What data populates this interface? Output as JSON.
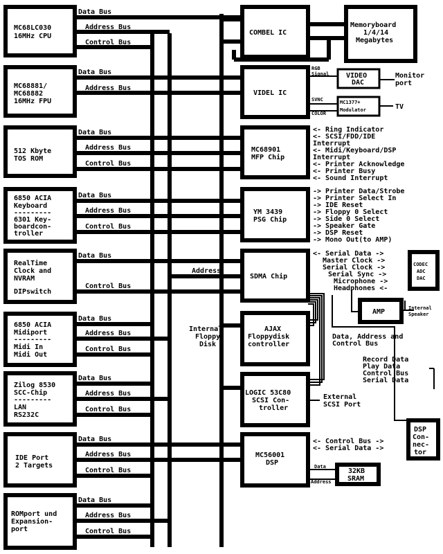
{
  "cpu": {
    "lines": [
      "MC68LC030",
      "16MHz CPU"
    ]
  },
  "fpu": {
    "lines": [
      "MC68881/",
      "MC68882",
      "16MHz FPU"
    ]
  },
  "tos": {
    "lines": [
      "512 Kbyte",
      "TOS ROM"
    ]
  },
  "acia_kbd": {
    "lines": [
      "6850 ACIA",
      "Keyboard",
      "---------",
      "6301 Key-",
      "boardcon-",
      "troller"
    ]
  },
  "rtc": {
    "lines": [
      "RealTime",
      "Clock and",
      "NVRAM",
      "",
      "DIPswitch"
    ]
  },
  "acia_midi": {
    "lines": [
      "6850 ACIA",
      "Midiport",
      "---------",
      "Midi In",
      "Midi Out"
    ]
  },
  "scc": {
    "lines": [
      "Zilog 8530",
      "SCC-Chip",
      "---------",
      "LAN",
      "RS232C"
    ]
  },
  "ide": {
    "lines": [
      "IDE Port",
      "2 Targets"
    ]
  },
  "romport": {
    "lines": [
      "ROMport und",
      "Expansion-",
      "port"
    ]
  },
  "bus_labels": {
    "data": "Data Bus",
    "address": "Address Bus",
    "control": "Control Bus",
    "address_only": "Address"
  },
  "combel": {
    "label": "COMBEL IC"
  },
  "memoryboard": {
    "lines": [
      "Memoryboard",
      "1/4/14",
      "Megabytes"
    ]
  },
  "videl": {
    "label": "VIDEL IC"
  },
  "video_dac": {
    "lines": [
      "VIDEO",
      "DAC"
    ]
  },
  "modulator": {
    "lines": [
      "MC1377+",
      "Modulator"
    ]
  },
  "rgb_signal": {
    "lines": [
      "RGB",
      "Signal"
    ]
  },
  "sync_label": "SVNC",
  "color_label": "COLOR",
  "monitor_port": {
    "lines": [
      "Monitor",
      "port"
    ]
  },
  "tv": "TV",
  "mfp": {
    "lines": [
      "MC68901",
      "MFP Chip"
    ]
  },
  "mfp_signals": [
    "<- Ring Indicator",
    "<- SCSI/FDD/IDE",
    "   Interrupt",
    "<- Midi/Keyboard/DSP",
    "   Interrupt",
    "<- Printer Acknowledge",
    "<- Printer Busy",
    "<- Sound Interrupt"
  ],
  "psg": {
    "lines": [
      "YM 3439",
      "PSG Chip"
    ]
  },
  "psg_signals": [
    "-> Printer Data/Strobe",
    "-> Printer Select In",
    "-> IDE Reset",
    "-> Floppy 0 Select",
    "-> Side 0 Select",
    "-> Speaker Gate",
    "-> DSP Reset",
    "-> Mono Out(to AMP)"
  ],
  "sdma": {
    "label": "SDMA Chip"
  },
  "sdma_signals": [
    "<- Serial Data ->",
    "Master Clock ->",
    "Serial Clock ->",
    "Serial Sync ->",
    "Microphone ->",
    "Headphones <-"
  ],
  "codec": {
    "lines": [
      "CODEC",
      "ADC",
      "DAC"
    ]
  },
  "amp": {
    "label": "AMP"
  },
  "internal_speaker": {
    "lines": [
      "Internal",
      "Speaker"
    ]
  },
  "ajax": {
    "lines": [
      "AJAX",
      "Floppydisk",
      "controller"
    ]
  },
  "internal_floppy": {
    "lines": [
      "Internal",
      "Floppy",
      "Disk"
    ]
  },
  "ajax_bus": {
    "lines": [
      "Data, Address and",
      "Control Bus"
    ]
  },
  "scsi": {
    "lines": [
      "LOGIC 53C80",
      "SCSI Con-",
      "troller"
    ]
  },
  "external_scsi": {
    "lines": [
      "External",
      "SCSI Port"
    ]
  },
  "dsp_conn_signals": [
    "Record Data",
    "Play Data",
    "Control Bus",
    "Serial Data"
  ],
  "dsp": {
    "lines": [
      "MC56001",
      "DSP"
    ]
  },
  "dsp_signals": [
    "<- Control Bus ->",
    "<- Serial Data ->"
  ],
  "sram": {
    "label": "32KB SRAM"
  },
  "sram_data": "Data",
  "sram_address": "Address",
  "dsp_connector": {
    "lines": [
      "DSP",
      "Con-",
      "nec-",
      "tor"
    ]
  }
}
